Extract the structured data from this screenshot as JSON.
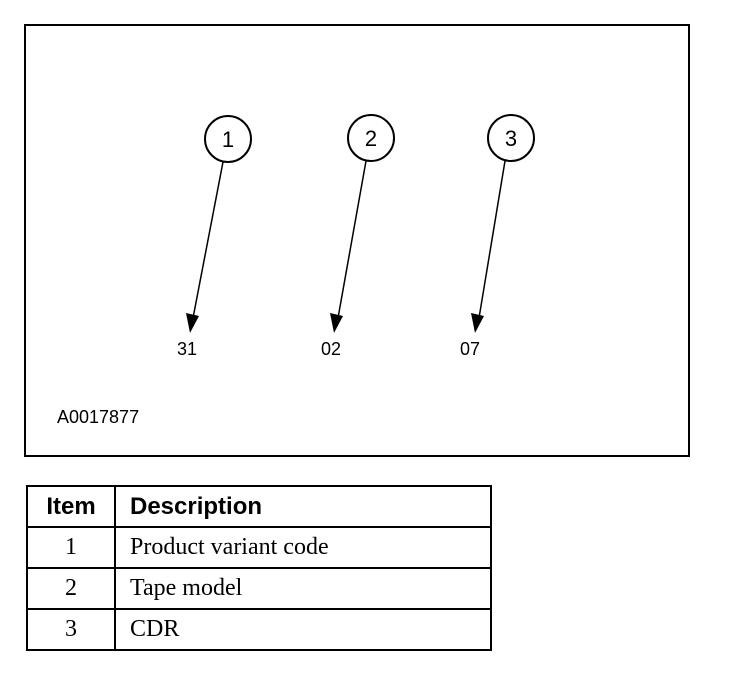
{
  "diagram": {
    "figure_id": "A0017877",
    "callouts": [
      {
        "number": "1",
        "code": "31"
      },
      {
        "number": "2",
        "code": "02"
      },
      {
        "number": "3",
        "code": "07"
      }
    ]
  },
  "legend": {
    "headers": {
      "item": "Item",
      "description": "Description"
    },
    "rows": [
      {
        "item": "1",
        "description": "Product variant code"
      },
      {
        "item": "2",
        "description": "Tape model"
      },
      {
        "item": "3",
        "description": "CDR"
      }
    ]
  }
}
